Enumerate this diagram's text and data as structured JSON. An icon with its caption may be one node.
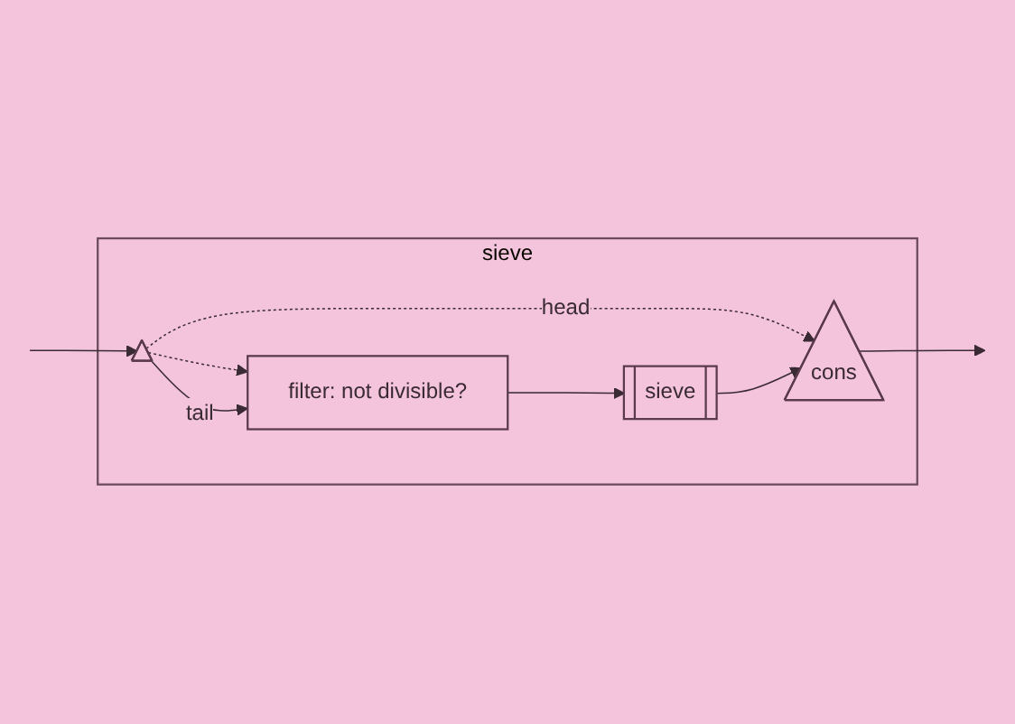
{
  "diagram": {
    "nodes": [
      {
        "text": [
          "sieve"
        ]
      },
      {
        "text": [],
        "shape": "triangle",
        "in": 0
      },
      {
        "text": [
          "filter: not divisible?"
        ],
        "in": 0
      },
      {
        "text": [
          "sieve"
        ],
        "in": 0
      },
      {
        "text": [
          "cons"
        ],
        "in": 0
      }
    ],
    "edges": [
      {
        "from": null,
        "to": 1,
        "arrow": "to"
      },
      {
        "from": 1,
        "to": 4,
        "arrow": "to",
        "label": "head",
        "style": "dashed"
      },
      {
        "from": 1,
        "to": 2,
        "arrow": "to",
        "style": "dashed"
      },
      {
        "from": 1,
        "to": 2,
        "arrow": "to",
        "label": "tail"
      },
      {
        "from": 2,
        "to": 3,
        "arrow": "to"
      },
      {
        "from": 3,
        "to": 4,
        "arrow": "to"
      },
      {
        "from": 4,
        "to": null,
        "arrow": "to"
      }
    ]
  }
}
